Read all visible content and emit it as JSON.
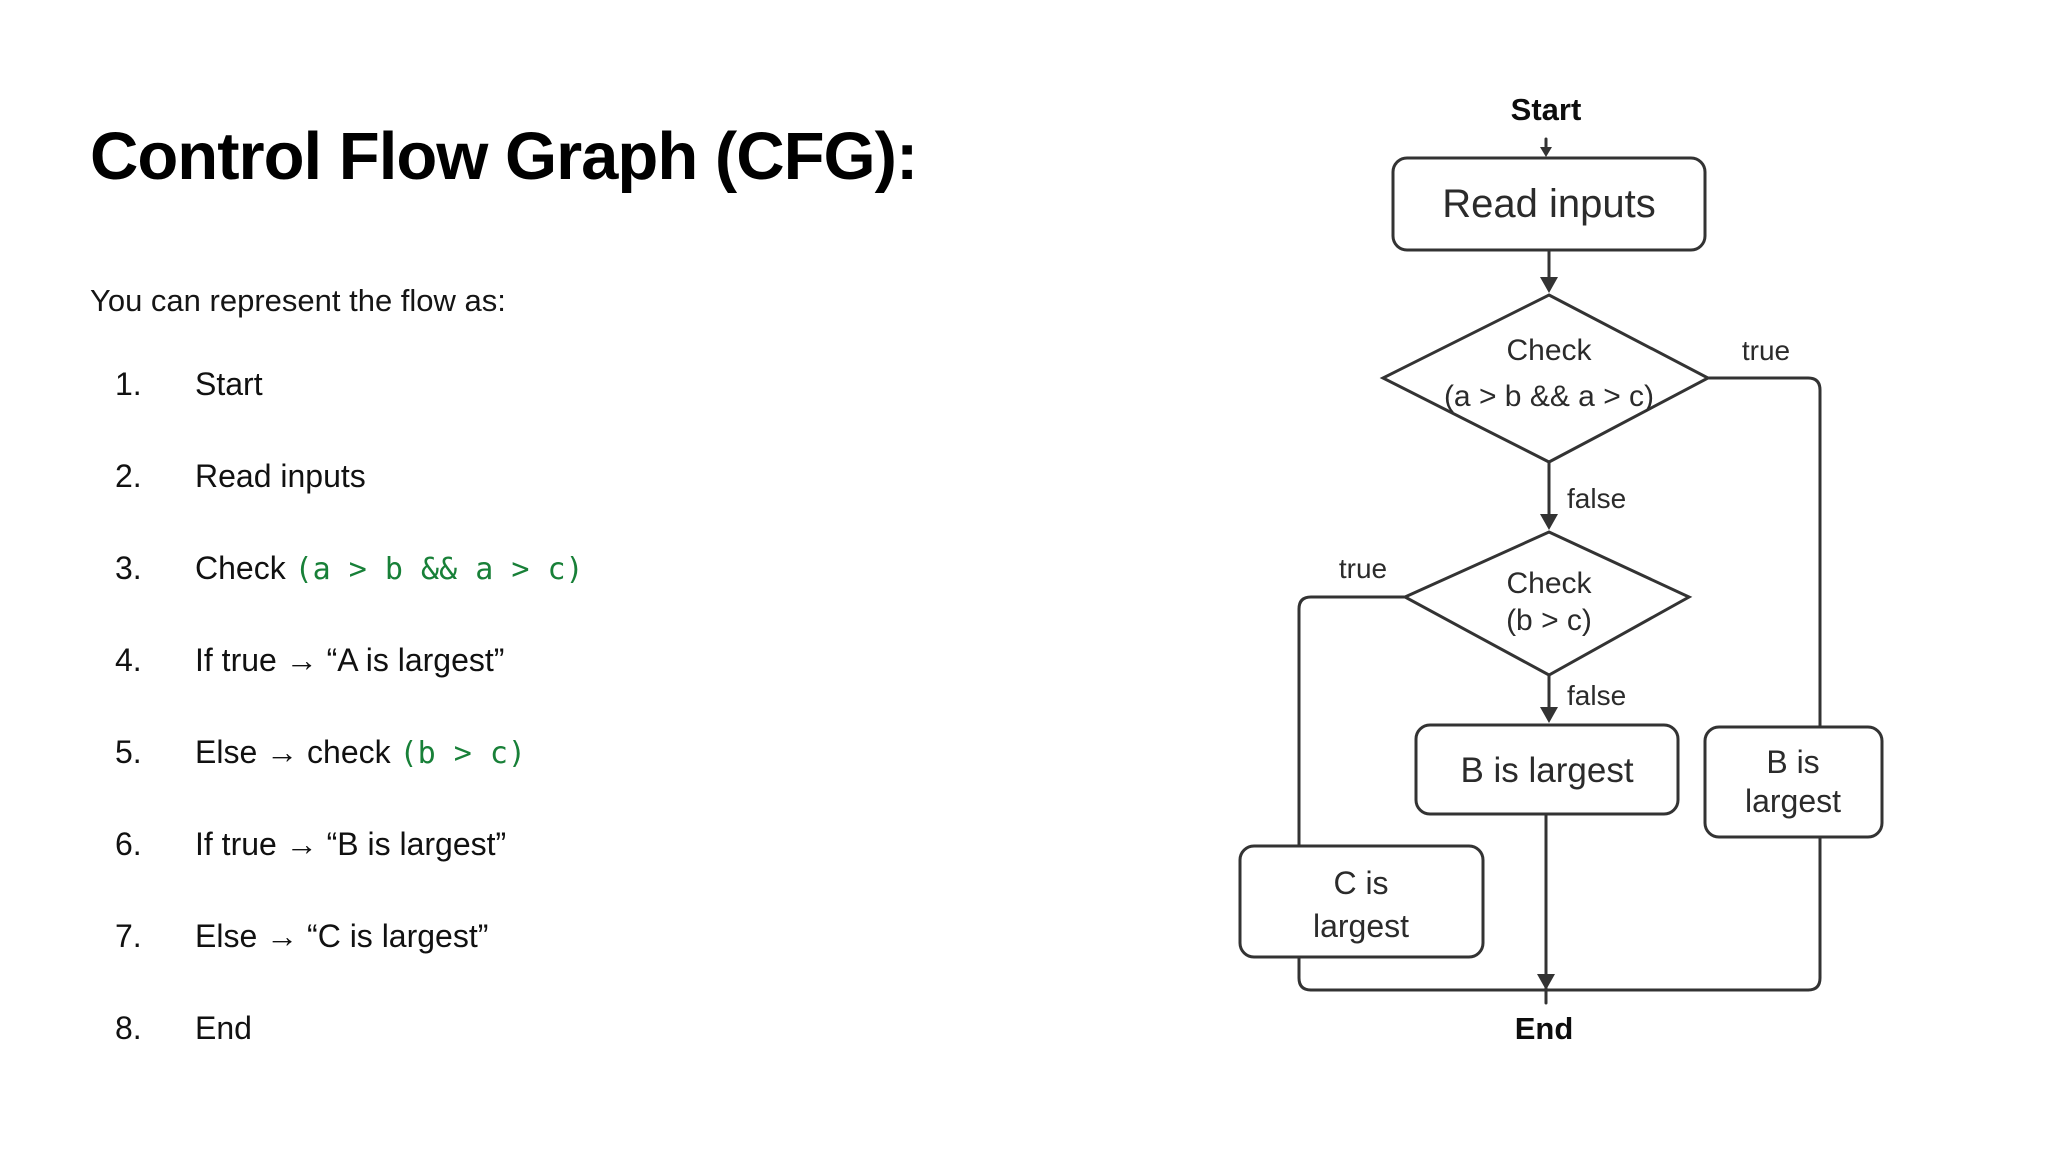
{
  "left_panel": {
    "title": "Control Flow Graph (CFG):",
    "intro": "You can represent the flow as:",
    "list": {
      "items": [
        {
          "num": "1.",
          "pre": "Start",
          "code": "",
          "post": ""
        },
        {
          "num": "2.",
          "pre": "Read inputs",
          "code": "",
          "post": ""
        },
        {
          "num": "3.",
          "pre": "Check ",
          "code": "(a > b && a > c)",
          "post": ""
        },
        {
          "num": "4.",
          "pre": "If true → “A is largest”",
          "code": "",
          "post": ""
        },
        {
          "num": "5.",
          "pre": "Else → check ",
          "code": "(b > c)",
          "post": ""
        },
        {
          "num": "6.",
          "pre": "If true → “B is largest”",
          "code": "",
          "post": ""
        },
        {
          "num": "7.",
          "pre": "Else → “C is largest”",
          "code": "",
          "post": ""
        },
        {
          "num": "8.",
          "pre": "End",
          "code": "",
          "post": ""
        }
      ]
    }
  },
  "flowchart": {
    "labels": {
      "start": "Start",
      "end": "End"
    },
    "nodes": {
      "read_inputs": "Read inputs",
      "decision1": {
        "line1": "Check",
        "line2": "(a > b && a > c)"
      },
      "decision2": {
        "line1": "Check",
        "line2": "(b > c)"
      },
      "b_largest_center": "B is largest",
      "b_largest_right": {
        "line1": "B is",
        "line2": "largest"
      },
      "c_largest": {
        "line1": "C is",
        "line2": "largest"
      }
    },
    "edge_labels": {
      "true1": "true",
      "false1": "false",
      "true2": "true",
      "false2": "false"
    },
    "colors": {
      "line": "#333333",
      "text": "#2b2b2b",
      "code_green": "#188038"
    }
  }
}
